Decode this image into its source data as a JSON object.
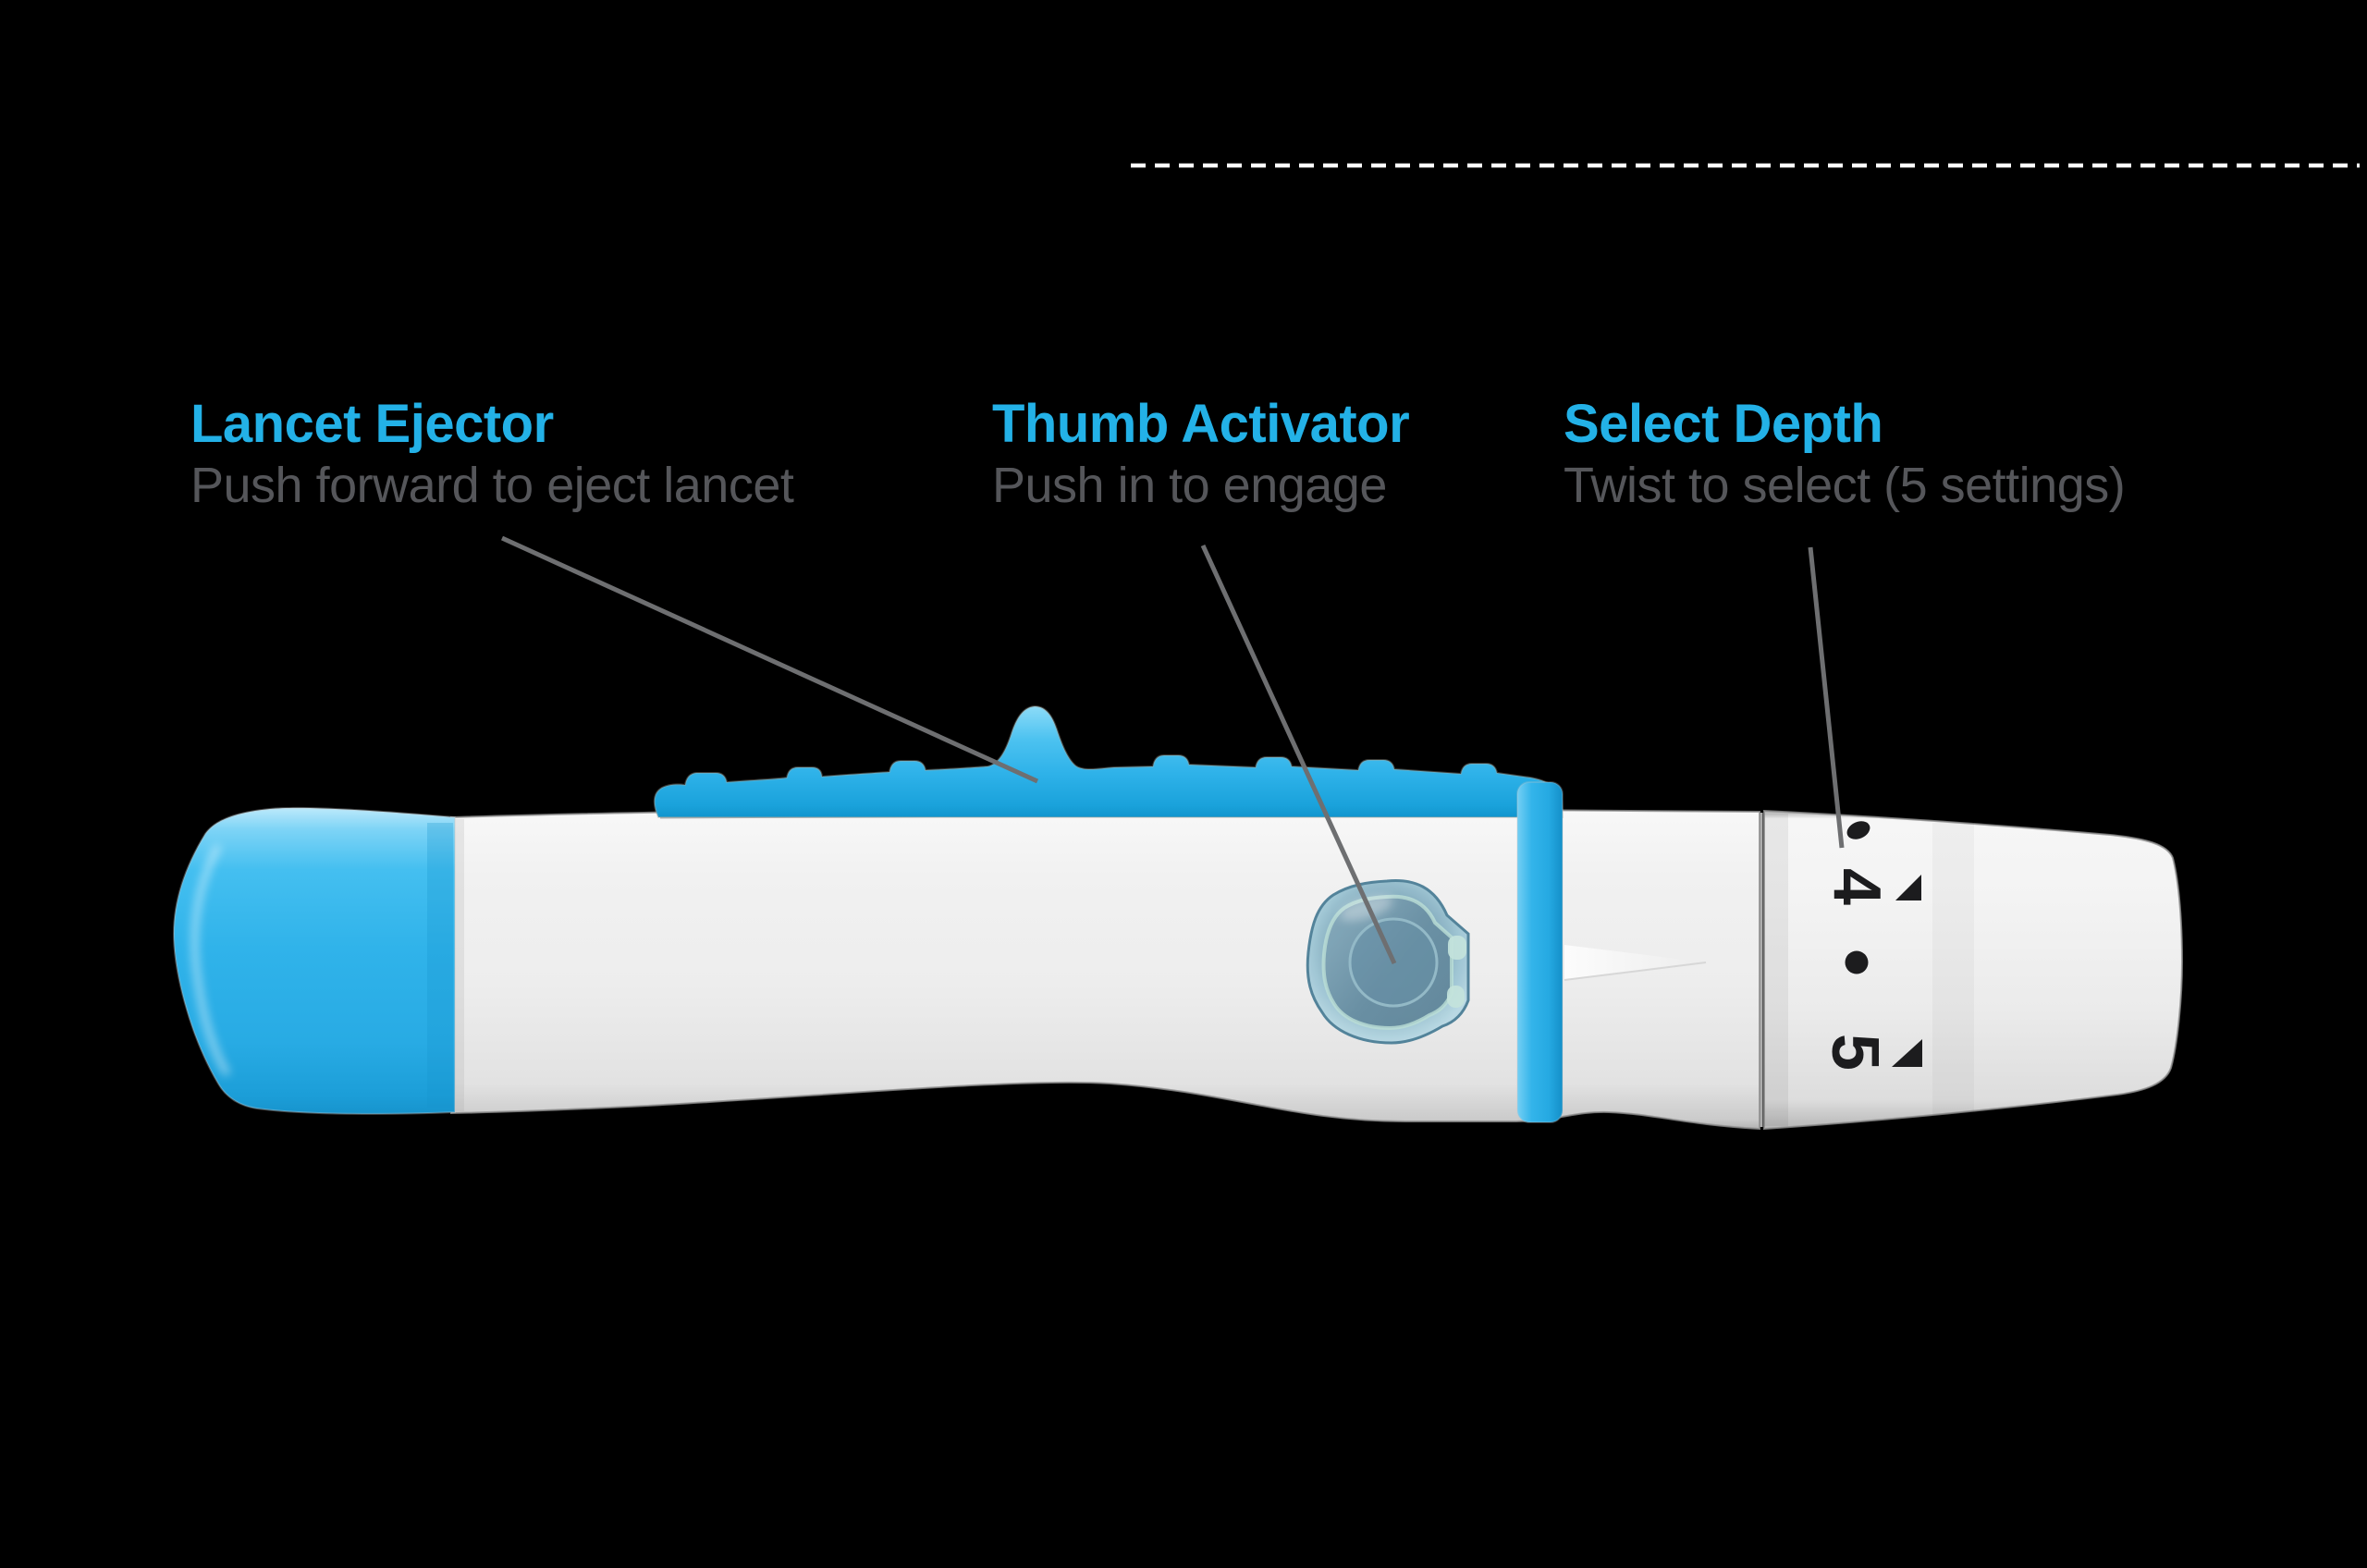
{
  "background_color": "#000000",
  "dashed_divider": {
    "color": "#ffffff",
    "style": "dashed-horizontal"
  },
  "annotations": [
    {
      "title": "Lancet Ejector",
      "subtitle": "Push forward to eject lancet"
    },
    {
      "title": "Thumb Activator",
      "subtitle": "Push in to engage"
    },
    {
      "title": "Select Depth",
      "subtitle": "Twist to select (5 settings)"
    }
  ],
  "device": {
    "type": "lancing-device",
    "depth_settings_count": 5,
    "dial_markings": {
      "number_4": "4",
      "number_5": "5"
    }
  },
  "colors": {
    "accent_cyan": "#23b1e7",
    "subtitle_gray": "#55565a",
    "leader_line_gray": "#6e6f71",
    "device_blue": "#2fb2e9",
    "device_white": "#eeeeee",
    "marking_black": "#1c1c1e"
  }
}
